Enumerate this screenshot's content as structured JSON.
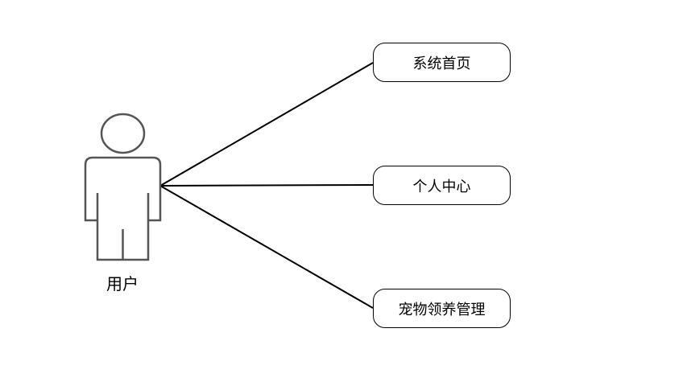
{
  "actor": {
    "label": "用户"
  },
  "use_cases": [
    {
      "label": "系统首页"
    },
    {
      "label": "个人中心"
    },
    {
      "label": "宠物领养管理"
    }
  ],
  "colors": {
    "line": "#000000",
    "actor_stroke": "#555555",
    "background": "#ffffff"
  }
}
